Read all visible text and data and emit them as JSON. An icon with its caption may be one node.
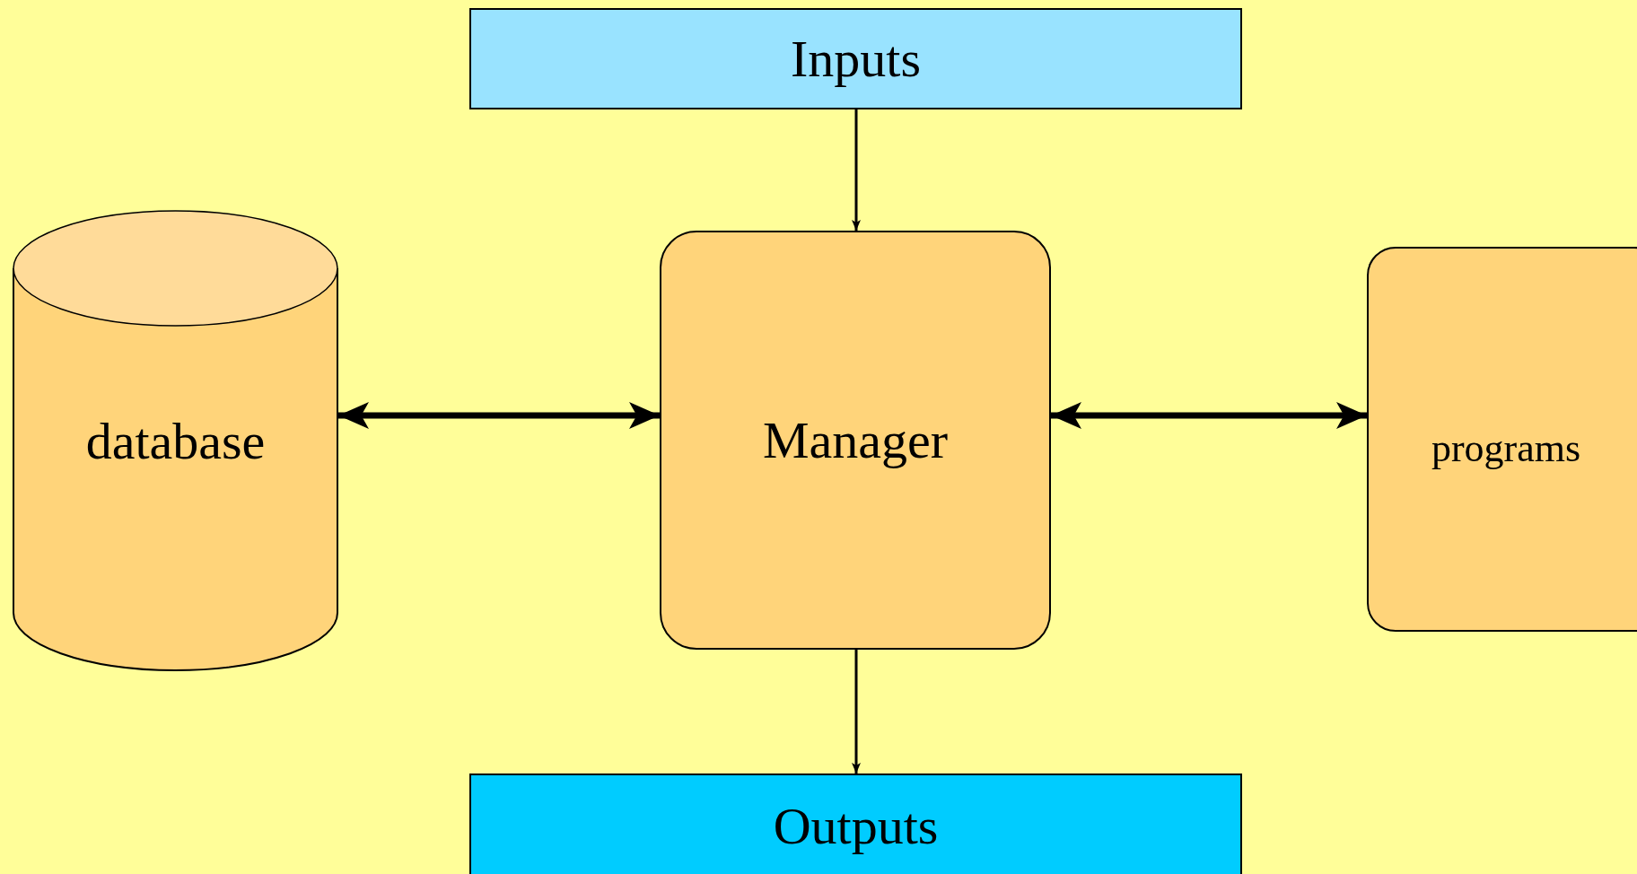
{
  "diagram": {
    "nodes": [
      {
        "text": [
          "Inputs"
        ]
      },
      {
        "text": [
          "database"
        ]
      },
      {
        "text": [
          "Manager"
        ]
      },
      {
        "text": [
          "programs"
        ]
      },
      {
        "text": [
          "Outputs"
        ]
      }
    ],
    "edges": [
      {
        "from": 0,
        "to": 2,
        "arrow": "to"
      },
      {
        "from": 1,
        "to": 2,
        "arrow": "both",
        "style": "thick"
      },
      {
        "from": 2,
        "to": 3,
        "arrow": "both",
        "style": "thick"
      },
      {
        "from": 2,
        "to": 4,
        "arrow": "to"
      }
    ]
  }
}
